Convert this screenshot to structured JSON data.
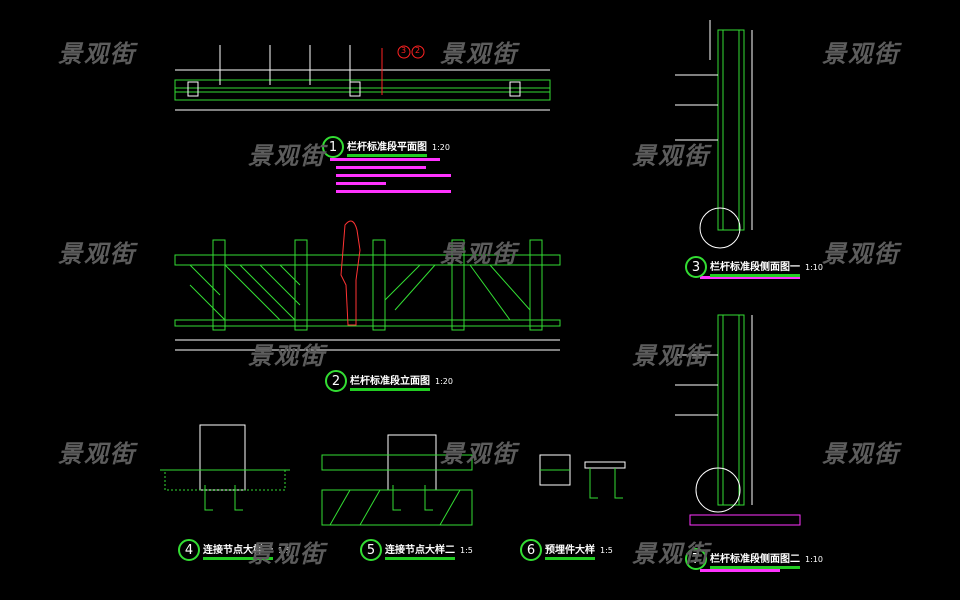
{
  "watermark": "景观街",
  "colors": {
    "background": "#000000",
    "lines": "#33dd33",
    "notes": "#ff33ff",
    "dims": "#ffffff",
    "markers": "#ff2222",
    "leaders": "#00dddd"
  },
  "views": [
    {
      "number": "1",
      "title": "栏杆标准段平面图",
      "scale": "1:20"
    },
    {
      "number": "2",
      "title": "栏杆标准段立面图",
      "scale": "1:20"
    },
    {
      "number": "3",
      "title": "栏杆标准段侧面图一",
      "scale": "1:10"
    },
    {
      "number": "4",
      "title": "连接节点大样一",
      "scale": "1:5"
    },
    {
      "number": "5",
      "title": "连接节点大样二",
      "scale": "1:5"
    },
    {
      "number": "6",
      "title": "预埋件大样",
      "scale": "1:5"
    },
    {
      "number": "7",
      "title": "栏杆标准段侧面图二",
      "scale": "1:10"
    }
  ],
  "markers": [
    "3",
    "2"
  ]
}
